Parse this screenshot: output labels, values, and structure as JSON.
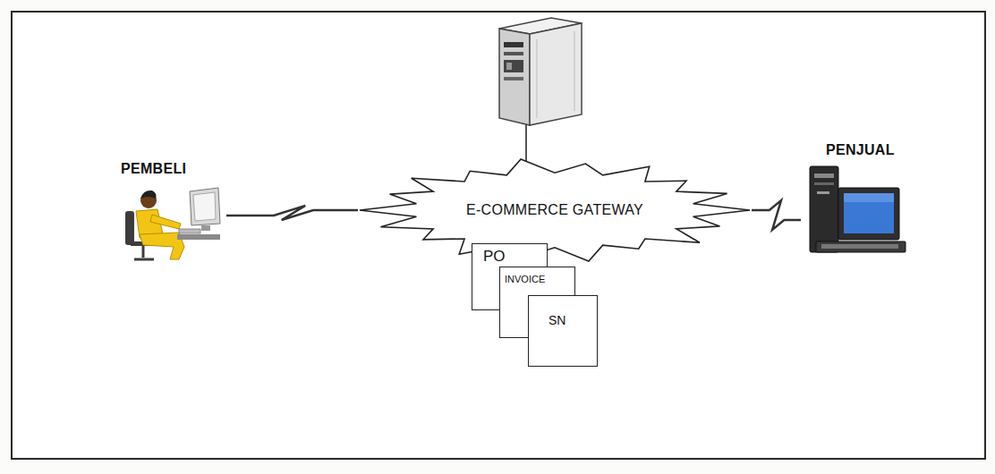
{
  "diagram": {
    "nodes": [
      {
        "text": [
          "PEMBELI"
        ]
      },
      {
        "text": [
          "E-COMMERCE GATEWAY"
        ]
      },
      {
        "text": [
          "PO"
        ]
      },
      {
        "text": [
          "INVOICE"
        ]
      },
      {
        "text": [
          "SN"
        ]
      },
      {
        "text": [
          "PENJUAL"
        ]
      }
    ],
    "edges": [
      {
        "from": 0,
        "to": 1,
        "arrow": "none"
      },
      {
        "from": 1,
        "to": 5,
        "arrow": "none"
      }
    ]
  }
}
